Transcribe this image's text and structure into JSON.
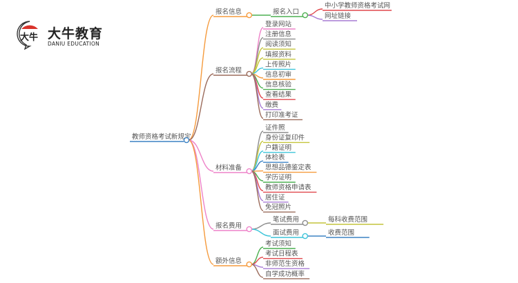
{
  "logo": {
    "name_cn": "大牛教育",
    "name_en": "DANIU EDUCATION",
    "mark_text": "大牛",
    "accent_color": "#d9332b"
  },
  "mindmap": {
    "root": {
      "label": "教师资格考试新规定",
      "color": "#3b82c4"
    },
    "branches": [
      {
        "label": "报名信息",
        "color": "#f59a3c",
        "children": [
          {
            "label": "报名入口",
            "color": "#4caf50",
            "children": [
              {
                "label": "中小学教师资格考试网",
                "color": "#e0474c"
              },
              {
                "label": "网址链接",
                "color": "#a77bd4"
              }
            ]
          }
        ]
      },
      {
        "label": "报名流程",
        "color": "#9b6b5b",
        "children": [
          {
            "label": "登录网站",
            "color": "#ee82c8"
          },
          {
            "label": "注册信息",
            "color": "#8c8c8c"
          },
          {
            "label": "阅读须知",
            "color": "#c4c43a"
          },
          {
            "label": "填报资料",
            "color": "#c4c43a"
          },
          {
            "label": "上传照片",
            "color": "#3cc4d9"
          },
          {
            "label": "信息初审",
            "color": "#f59a3c"
          },
          {
            "label": "信息核验",
            "color": "#4caf50"
          },
          {
            "label": "查看结果",
            "color": "#e0474c"
          },
          {
            "label": "缴费",
            "color": "#a77bd4"
          },
          {
            "label": "打印准考证",
            "color": "#9b6b5b"
          }
        ]
      },
      {
        "label": "材料准备",
        "color": "#ee82c8",
        "children": [
          {
            "label": "证件照",
            "color": "#8c8c8c"
          },
          {
            "label": "身份证复印件",
            "color": "#c4c43a"
          },
          {
            "label": "户籍证明",
            "color": "#3cc4d9"
          },
          {
            "label": "体检表",
            "color": "#3b82c4"
          },
          {
            "label": "思想品德鉴定表",
            "color": "#f59a3c"
          },
          {
            "label": "学历证明",
            "color": "#4caf50"
          },
          {
            "label": "教师资格申请表",
            "color": "#e0474c"
          },
          {
            "label": "居住证",
            "color": "#a77bd4"
          },
          {
            "label": "免冠照片",
            "color": "#9b6b5b"
          }
        ]
      },
      {
        "label": "报名费用",
        "color": "#ee82c8",
        "children": [
          {
            "label": "笔试费用",
            "color": "#8c8c8c",
            "children": [
              {
                "label": "每科收费范围",
                "color": "#c4c43a"
              }
            ]
          },
          {
            "label": "面试费用",
            "color": "#3cc4d9",
            "children": [
              {
                "label": "收费范围",
                "color": "#3b82c4"
              }
            ]
          }
        ]
      },
      {
        "label": "额外信息",
        "color": "#f59a3c",
        "children": [
          {
            "label": "考试须知",
            "color": "#4caf50"
          },
          {
            "label": "考试日程表",
            "color": "#e0474c"
          },
          {
            "label": "非师范生资格",
            "color": "#a77bd4"
          },
          {
            "label": "自学成功概率",
            "color": "#9b6b5b"
          }
        ]
      }
    ]
  }
}
